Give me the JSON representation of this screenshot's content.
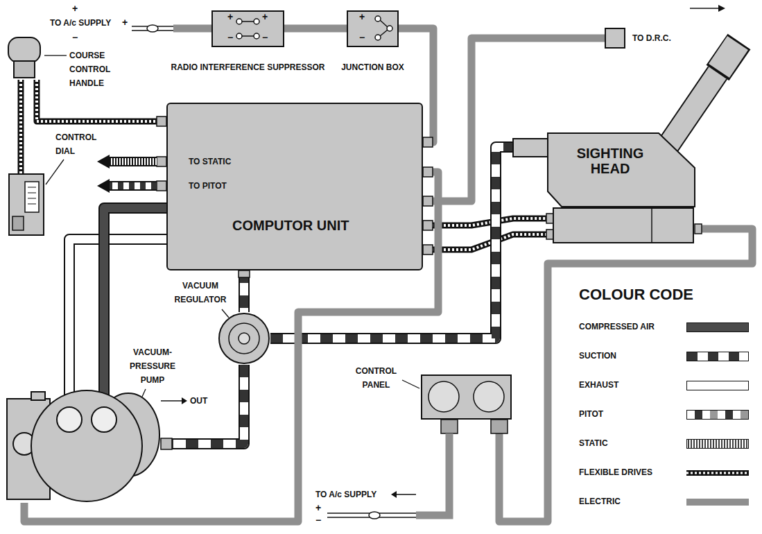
{
  "diagram": {
    "nodes": [
      {
        "text": [
          "COURSE CONTROL HANDLE"
        ]
      },
      {
        "text": [
          "RADIO INTERFERENCE SUPPRESSOR"
        ]
      },
      {
        "text": [
          "JUNCTION BOX"
        ]
      },
      {
        "text": [
          "TO D.R.C."
        ]
      },
      {
        "text": [
          "CONTROL DIAL"
        ]
      },
      {
        "text": [
          "COMPUTOR UNIT"
        ]
      },
      {
        "text": [
          "SIGHTING HEAD"
        ]
      },
      {
        "text": [
          "VACUUM REGULATOR"
        ]
      },
      {
        "text": [
          "VACUUM- PRESSURE PUMP"
        ]
      },
      {
        "text": [
          "CONTROL PANEL"
        ]
      }
    ],
    "edges": [
      {
        "from": 0,
        "to": 5,
        "arrow": "none"
      },
      {
        "from": 0,
        "to": 4,
        "arrow": "none"
      },
      {
        "from": 1,
        "to": 2,
        "arrow": "none"
      },
      {
        "from": 2,
        "to": 5,
        "arrow": "none"
      },
      {
        "from": 5,
        "to": 3,
        "arrow": "none"
      },
      {
        "from": 5,
        "to": 6,
        "arrow": "none"
      },
      {
        "from": 5,
        "to": 6,
        "arrow": "none"
      },
      {
        "from": 5,
        "to": 7,
        "arrow": "none"
      },
      {
        "from": 7,
        "to": 6,
        "arrow": "none"
      },
      {
        "from": 7,
        "to": 8,
        "arrow": "none"
      },
      {
        "from": 8,
        "to": 5,
        "arrow": "none"
      },
      {
        "from": 8,
        "to": 5,
        "arrow": "none"
      },
      {
        "from": 8,
        "to": 5,
        "arrow": "none"
      },
      {
        "from": 6,
        "to": 9,
        "arrow": "none"
      }
    ],
    "labels": [
      "+",
      "TO A/c SUPPLY",
      "+",
      "−",
      "+",
      "+",
      "−",
      "−",
      "+",
      "−",
      "TO STATIC",
      "TO PITOT",
      "OUT",
      "COLOUR CODE",
      "TO A/c SUPPLY",
      "+",
      "−"
    ],
    "legend": [
      {
        "text": "COMPRESSED AIR",
        "color": "#4a4a4a"
      },
      {
        "text": "SUCTION"
      },
      {
        "text": "EXHAUST",
        "color": "#ffffff"
      },
      {
        "text": "PITOT"
      },
      {
        "text": "STATIC"
      },
      {
        "text": "FLEXIBLE DRIVES"
      },
      {
        "text": "ELECTRIC"
      }
    ]
  }
}
